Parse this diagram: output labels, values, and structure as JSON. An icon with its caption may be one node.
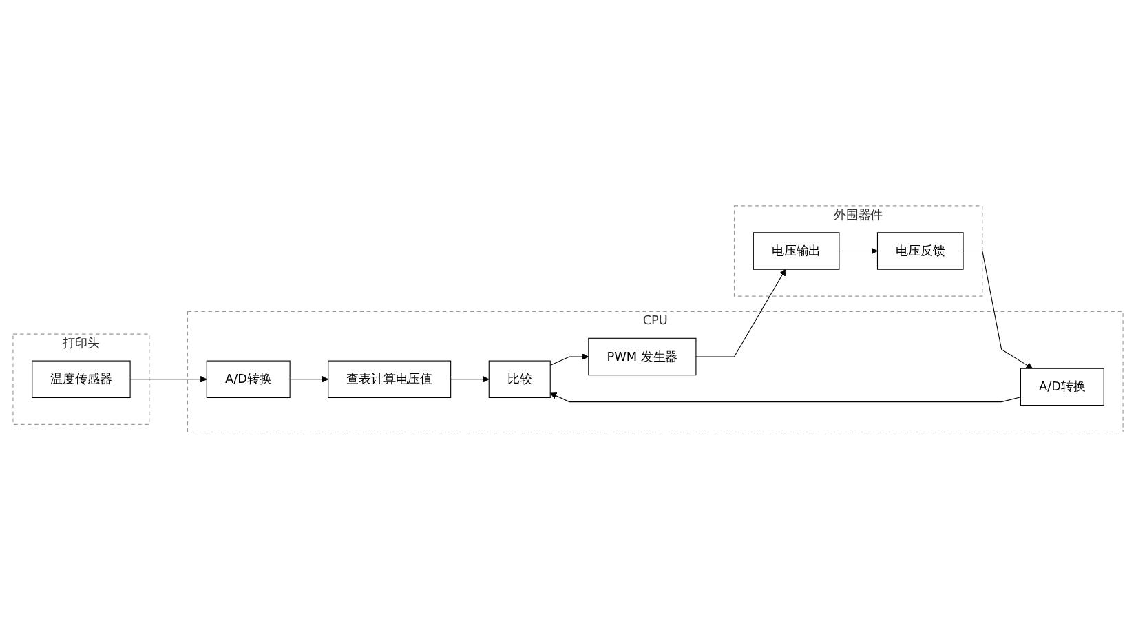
{
  "diagram": {
    "nodes": [
      {
        "text": [
          "打印头"
        ]
      },
      {
        "text": [
          "温度传感器"
        ],
        "in": 0
      },
      {
        "text": [
          "CPU"
        ]
      },
      {
        "text": [
          "A/D转换"
        ],
        "in": 2
      },
      {
        "text": [
          "查表计算电压值"
        ],
        "in": 2
      },
      {
        "text": [
          "外围器件"
        ]
      },
      {
        "text": [
          "电压反馈"
        ],
        "in": 5
      },
      {
        "text": [
          "A/D转换"
        ],
        "in": 2
      },
      {
        "text": [
          "比较"
        ],
        "in": 2
      },
      {
        "text": [
          "PWM 发生器"
        ],
        "in": 2
      },
      {
        "text": [
          "电压输出"
        ],
        "in": 5
      }
    ],
    "edges": [
      {
        "from": 1,
        "to": 3,
        "arrow": "to"
      },
      {
        "from": 3,
        "to": 4,
        "arrow": "to"
      },
      {
        "from": 4,
        "to": 8,
        "arrow": "to"
      },
      {
        "from": 6,
        "to": 7,
        "arrow": "to"
      },
      {
        "from": 7,
        "to": 8,
        "arrow": "to"
      },
      {
        "from": 8,
        "to": 9,
        "arrow": "to"
      },
      {
        "from": 9,
        "to": 10,
        "arrow": "to"
      },
      {
        "from": 10,
        "to": 6,
        "arrow": "to"
      }
    ]
  }
}
